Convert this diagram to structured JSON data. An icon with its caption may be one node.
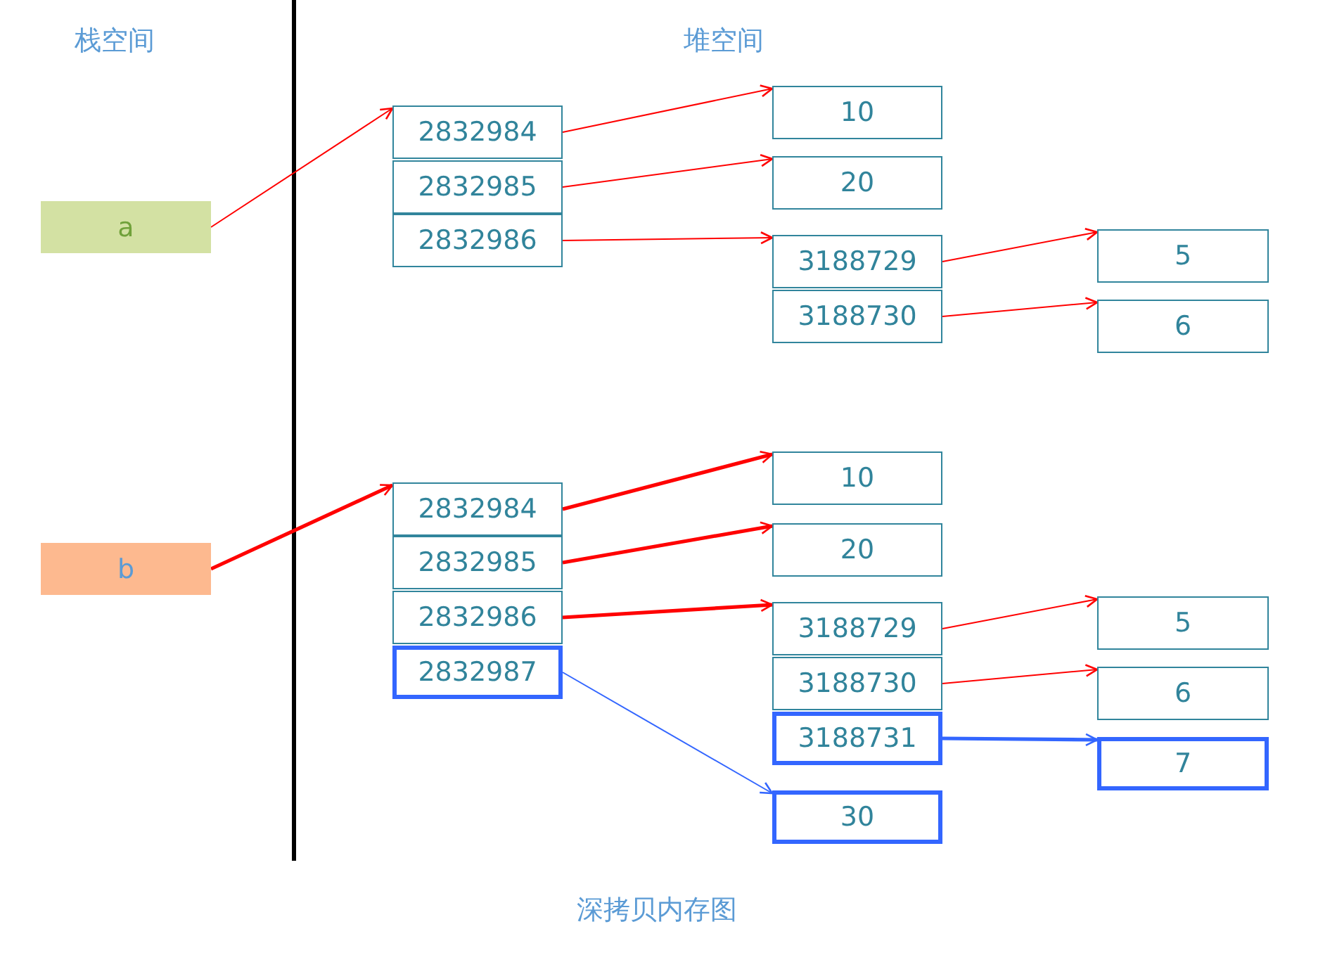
{
  "diagram": {
    "caption": "深拷贝内存图",
    "nodes": [
      {
        "text": [
          "a"
        ]
      },
      {
        "text": [
          "b"
        ]
      },
      {
        "text": [
          "2832984"
        ]
      },
      {
        "text": [
          "2832985"
        ]
      },
      {
        "text": [
          "2832986"
        ]
      },
      {
        "text": [
          "10"
        ]
      },
      {
        "text": [
          "20"
        ]
      },
      {
        "text": [
          "3188729"
        ]
      },
      {
        "text": [
          "3188730"
        ]
      },
      {
        "text": [
          "5"
        ]
      },
      {
        "text": [
          "6"
        ]
      },
      {
        "text": [
          "2832984"
        ]
      },
      {
        "text": [
          "2832985"
        ]
      },
      {
        "text": [
          "2832986"
        ]
      },
      {
        "text": [
          "2832987"
        ]
      },
      {
        "text": [
          "10"
        ]
      },
      {
        "text": [
          "20"
        ]
      },
      {
        "text": [
          "3188729"
        ]
      },
      {
        "text": [
          "3188730"
        ]
      },
      {
        "text": [
          "3188731"
        ]
      },
      {
        "text": [
          "30"
        ]
      },
      {
        "text": [
          "5"
        ]
      },
      {
        "text": [
          "6"
        ]
      },
      {
        "text": [
          "7"
        ]
      }
    ],
    "edges": [
      {
        "from": 0,
        "to": 2,
        "arrow": "to"
      },
      {
        "from": 2,
        "to": 5,
        "arrow": "to"
      },
      {
        "from": 3,
        "to": 6,
        "arrow": "to"
      },
      {
        "from": 4,
        "to": 7,
        "arrow": "to"
      },
      {
        "from": 7,
        "to": 9,
        "arrow": "to"
      },
      {
        "from": 8,
        "to": 10,
        "arrow": "to"
      },
      {
        "from": 1,
        "to": 11,
        "arrow": "to",
        "style": "thick"
      },
      {
        "from": 11,
        "to": 15,
        "arrow": "to",
        "style": "thick"
      },
      {
        "from": 12,
        "to": 16,
        "arrow": "to",
        "style": "thick"
      },
      {
        "from": 13,
        "to": 17,
        "arrow": "to",
        "style": "thick"
      },
      {
        "from": 17,
        "to": 21,
        "arrow": "to"
      },
      {
        "from": 18,
        "to": 22,
        "arrow": "to"
      },
      {
        "from": 19,
        "to": 23,
        "arrow": "to",
        "style": "thick",
        "color": "#3366ff"
      },
      {
        "from": 14,
        "to": 20,
        "arrow": "to",
        "color": "#3366ff"
      }
    ],
    "labels": [
      "栈空间",
      "堆空间"
    ]
  }
}
